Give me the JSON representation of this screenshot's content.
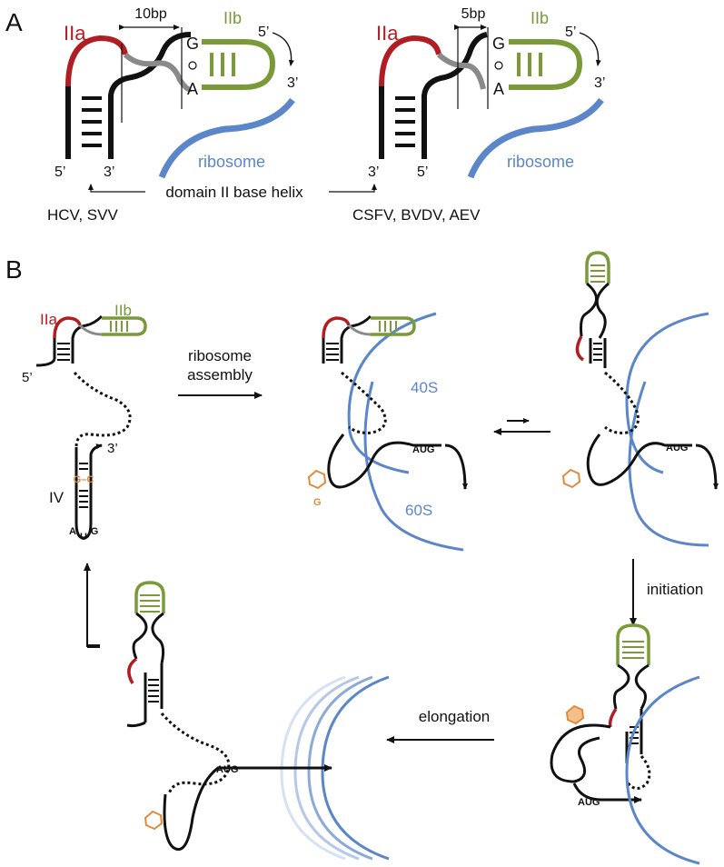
{
  "panel_a": {
    "letter": "A",
    "left": {
      "iia": "IIa",
      "iib": "IIb",
      "spacing": "10bp",
      "pair_top": "G",
      "pair_bottom": "A",
      "five_top": "5’",
      "three_top": "3’",
      "five_bottom": "5’",
      "three_bottom": "3’",
      "ribosome": "ribosome",
      "viruses": "HCV, SVV"
    },
    "right": {
      "iia": "IIa",
      "iib": "IIb",
      "spacing": "5bp",
      "pair_top": "G",
      "pair_bottom": "A",
      "five_top": "5’",
      "three_top": "3’",
      "three_bottom": "3’",
      "five_bottom": "5’",
      "ribosome": "ribosome",
      "viruses": "CSFV, BVDV, AEV"
    },
    "center_label": "domain II base helix"
  },
  "panel_b": {
    "letter": "B",
    "free_state": {
      "iia": "IIa",
      "iib": "IIb",
      "five": "5’",
      "three": "3’",
      "domain_iv": "IV",
      "pair": "G–C",
      "loop_a": "A",
      "loop_u": "U",
      "loop_g": "G"
    },
    "step_assembly": "ribosome\nassembly",
    "assembly_line1": "ribosome",
    "assembly_line2": "assembly",
    "subunit_40s": "40S",
    "subunit_60s": "60S",
    "flipped_base": "G",
    "aug": "AUG",
    "step_initiation": "initiation",
    "step_elongation": "elongation"
  },
  "colors": {
    "iia": "#b01e23",
    "iib": "#7a9a3a",
    "ribosome": "#5b86c9",
    "flipped_base": "#e08a3c",
    "strand": "#111111"
  }
}
